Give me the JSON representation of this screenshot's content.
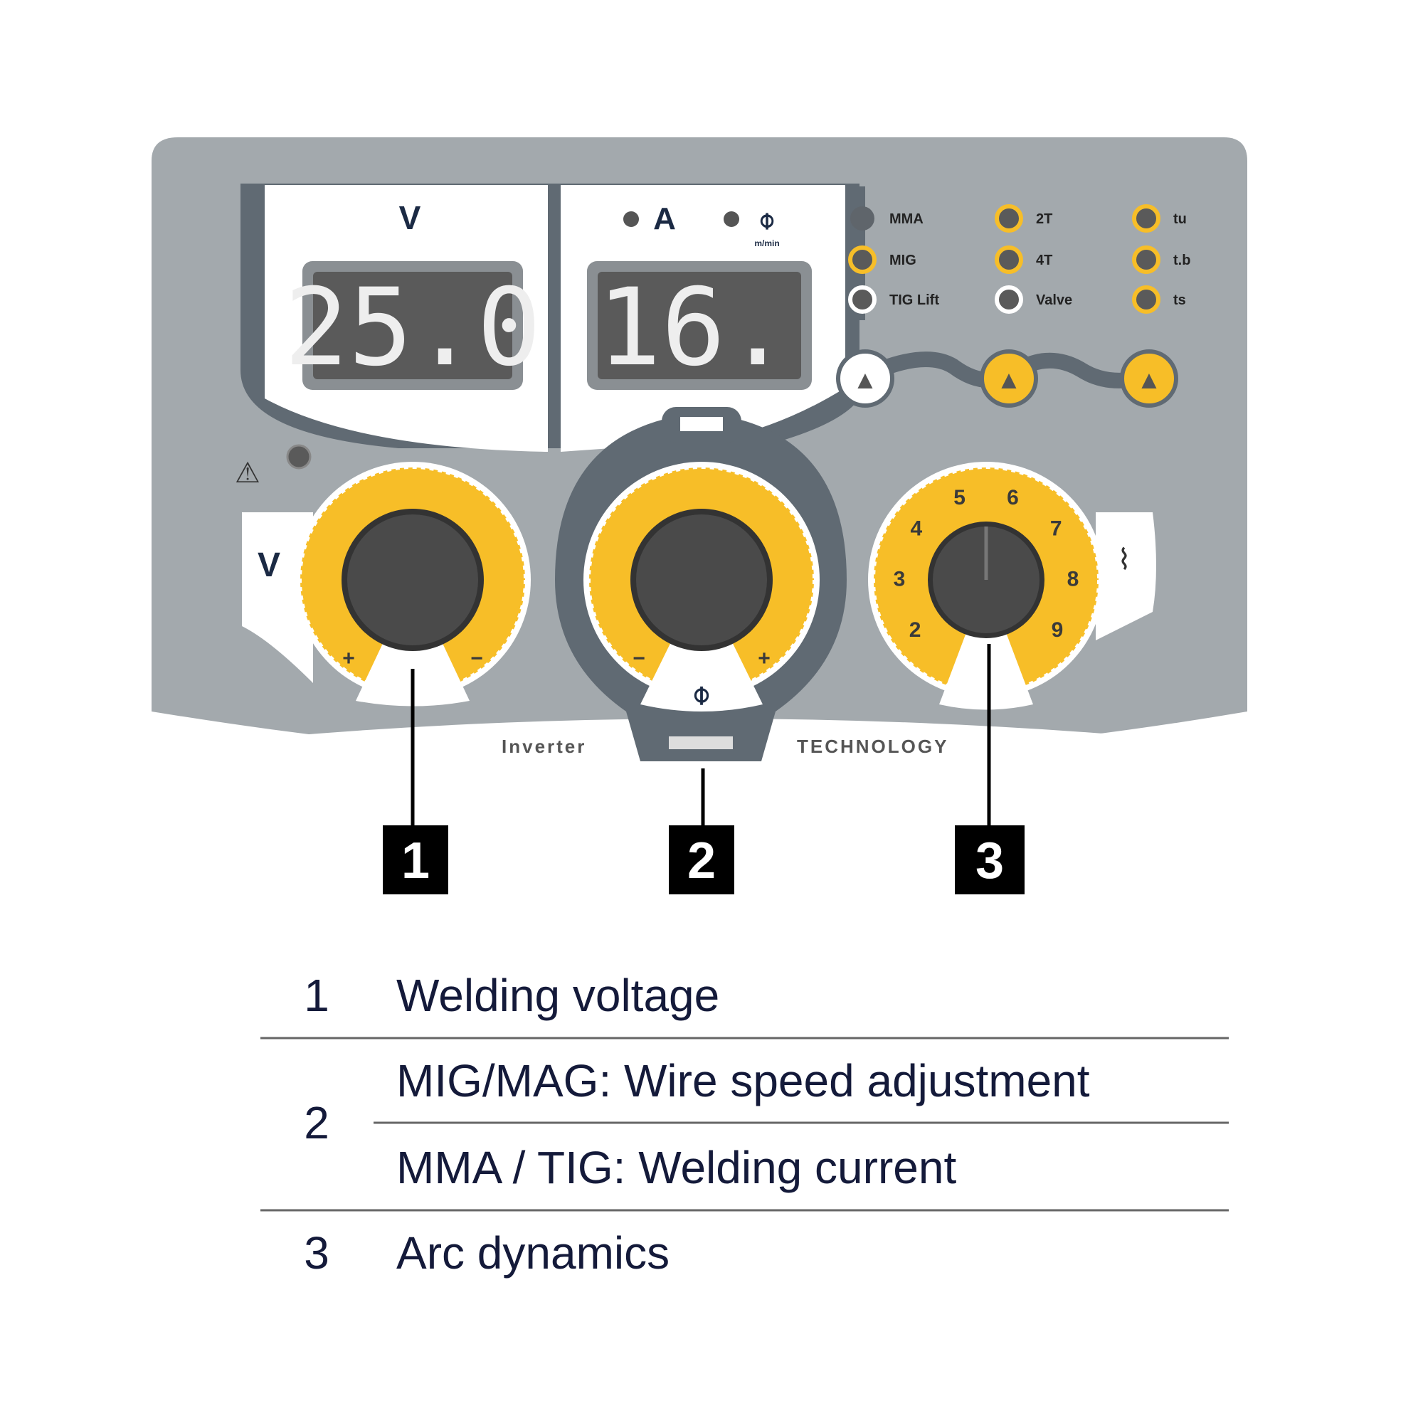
{
  "panel": {
    "voltage_unit": "V",
    "current_unit": "A",
    "voltage_display": "25.0",
    "current_display": "16.",
    "wire_speed_sub": "m/min",
    "mode_leds": [
      {
        "label": "MMA",
        "active": false
      },
      {
        "label": "MIG",
        "active": true
      },
      {
        "label": "TIG Lift",
        "active": false
      }
    ],
    "trigger_leds": [
      {
        "label": "2T"
      },
      {
        "label": "4T"
      },
      {
        "label": "Valve"
      }
    ],
    "time_leds": [
      {
        "label": "tu"
      },
      {
        "label": "t.b"
      },
      {
        "label": "ts"
      }
    ],
    "knob1_label": "V",
    "knob_plus": "+",
    "knob_minus": "−",
    "arc_scale": [
      "2",
      "3",
      "4",
      "5",
      "6",
      "7",
      "8",
      "9"
    ],
    "brand_left": "Inverter",
    "brand_right": "TECHNOLOGY",
    "colors": {
      "panel": "#a3a9ad",
      "accent": "#f7be28",
      "knob": "#4a4a4a",
      "lcd": "#5a5a5a"
    }
  },
  "callouts": [
    "1",
    "2",
    "3"
  ],
  "legend": [
    {
      "number": "1",
      "text": "Welding voltage"
    },
    {
      "number": "2",
      "text": "MIG/MAG: Wire speed adjustment",
      "text2": "MMA / TIG: Welding current"
    },
    {
      "number": "3",
      "text": "Arc dynamics"
    }
  ]
}
